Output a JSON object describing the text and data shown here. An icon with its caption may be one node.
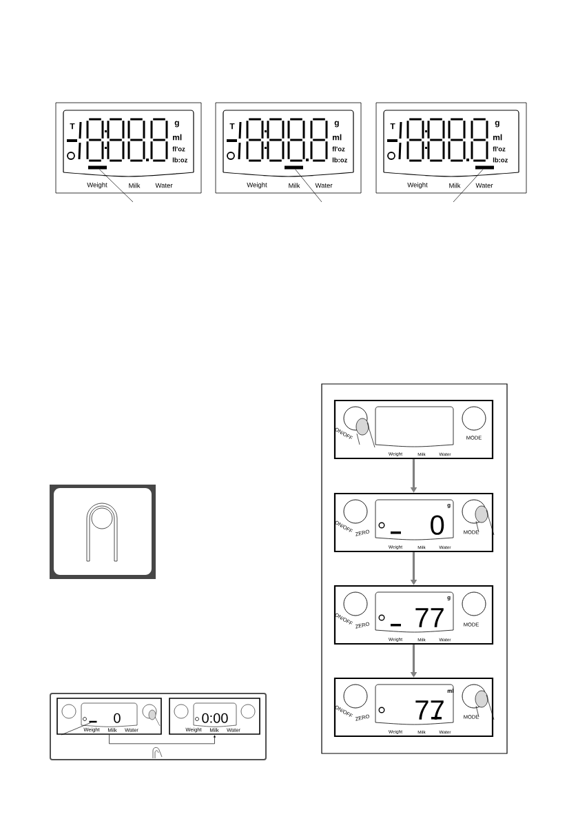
{
  "diagram": {
    "nodes": [
      {
        "text": [
          "T",
          "g",
          "ml",
          "fl'oz",
          "lb:oz",
          "Weight",
          "Milk",
          "Water"
        ]
      },
      {
        "text": [],
        "shape": "bar",
        "in": 0
      },
      {
        "text": [
          "T",
          "g",
          "ml",
          "fl'oz",
          "lb:oz",
          "Weight",
          "Milk",
          "Water"
        ]
      },
      {
        "text": [],
        "shape": "bar",
        "in": 2
      },
      {
        "text": [
          "T",
          "g",
          "ml",
          "fl'oz",
          "lb:oz",
          "Weight",
          "Milk",
          "Water"
        ]
      },
      {
        "text": [],
        "shape": "bar",
        "in": 4
      },
      {
        "text": [
          "ON/OFF",
          "MODE",
          "Weight",
          "Milk",
          "Water"
        ]
      },
      {
        "text": [
          "ON/OFF",
          "ZERO",
          "0",
          "g",
          "MODE",
          "Weight",
          "Milk",
          "Water"
        ]
      },
      {
        "text": [
          "ON/OFF",
          "ZERO",
          "77",
          "g",
          "MODE",
          "Weight",
          "Milk",
          "Water"
        ]
      },
      {
        "text": [
          "ON/OFF",
          "ZERO",
          "77",
          "ml",
          "MODE",
          "Weight",
          "Milk",
          "Water"
        ]
      },
      {
        "text": [
          "0",
          "Weight",
          "Milk",
          "Water"
        ]
      },
      {
        "text": [],
        "shape": "bar",
        "in": 10
      },
      {
        "text": [
          "0:00",
          "Weight",
          "Milk",
          "Water"
        ]
      }
    ],
    "edges": [
      {
        "from": 1,
        "to": null,
        "arrow": "none"
      },
      {
        "from": 3,
        "to": null,
        "arrow": "none"
      },
      {
        "from": 5,
        "to": null,
        "arrow": "none"
      },
      {
        "from": 6,
        "to": 7,
        "arrow": "to",
        "style": "thick",
        "color": "#808080"
      },
      {
        "from": 7,
        "to": 8,
        "arrow": "to",
        "style": "thick",
        "color": "#808080"
      },
      {
        "from": 8,
        "to": 9,
        "arrow": "to",
        "style": "thick",
        "color": "#808080"
      },
      {
        "from": 10,
        "to": 12,
        "arrow": "to"
      },
      {
        "from": 11,
        "to": null,
        "arrow": "none"
      }
    ]
  }
}
